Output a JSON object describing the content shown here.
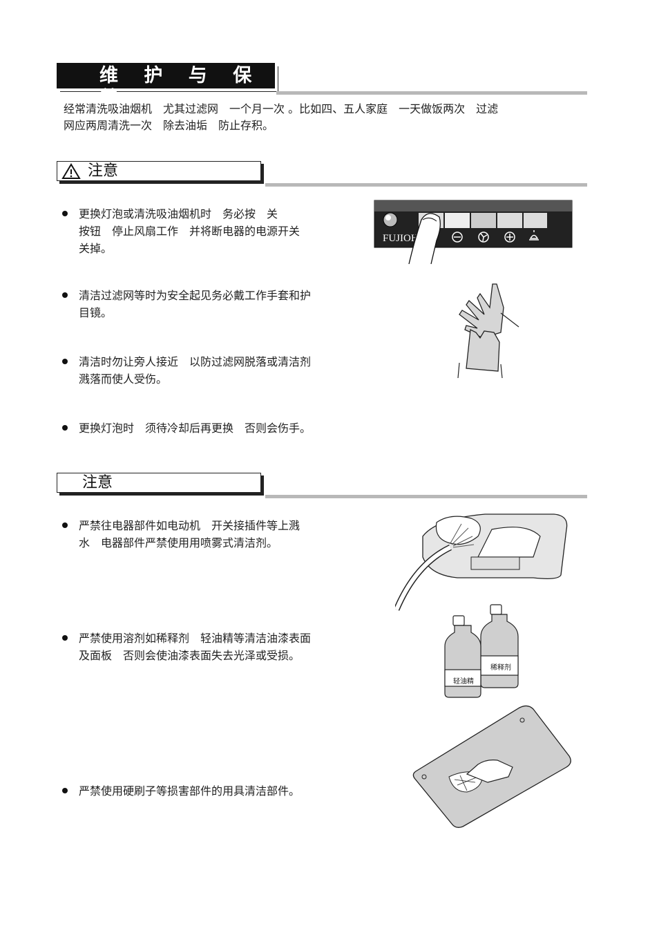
{
  "title": "维 护 与 保 养",
  "intro": {
    "line1": "经常清洗吸油烟机　尤其过滤网　一个月一次 。比如四、五人家庭　一天做饭两次　过滤",
    "line2": "网应两周清洗一次　除去油垢　防止存积。"
  },
  "section1": {
    "heading": "注意",
    "items": [
      {
        "line1": "更换灯泡或清洗吸油烟机时　务必按　关",
        "line2": "按钮　停止风扇工作　并将断电器的电源开关",
        "line3": "关掉。"
      },
      {
        "line1": "清洁过滤网等时为安全起见务必戴工作手套和护",
        "line2": "目镜。"
      },
      {
        "line1": "清洁时勿让旁人接近　以防过滤网脱落或清洁剂",
        "line2": "溅落而使人受伤。"
      },
      {
        "line1": "更换灯泡时　须待冷却后再更换　否则会伤手。"
      }
    ]
  },
  "section2": {
    "heading": "注意",
    "items": [
      {
        "line1": "严禁往电器部件如电动机　开关接插件等上溅",
        "line2": "水　电器部件严禁使用用喷雾式清洁剂。"
      },
      {
        "line1": "严禁使用溶剂如稀释剂　轻油精等清洁油漆表面",
        "line2": "及面板　否则会使油漆表面失去光泽或受损。"
      },
      {
        "line1": "严禁使用硬刷子等损害部件的用具清洁部件。"
      }
    ]
  },
  "control_panel": {
    "brand": "FUJIOH"
  },
  "bottles": {
    "left_label": "轻油精",
    "right_label": "稀释剂"
  },
  "icons": [
    "warning-triangle-icon",
    "light-button-icon",
    "fan-minus-icon",
    "fan-icon",
    "fan-plus-icon",
    "lamp-icon"
  ]
}
